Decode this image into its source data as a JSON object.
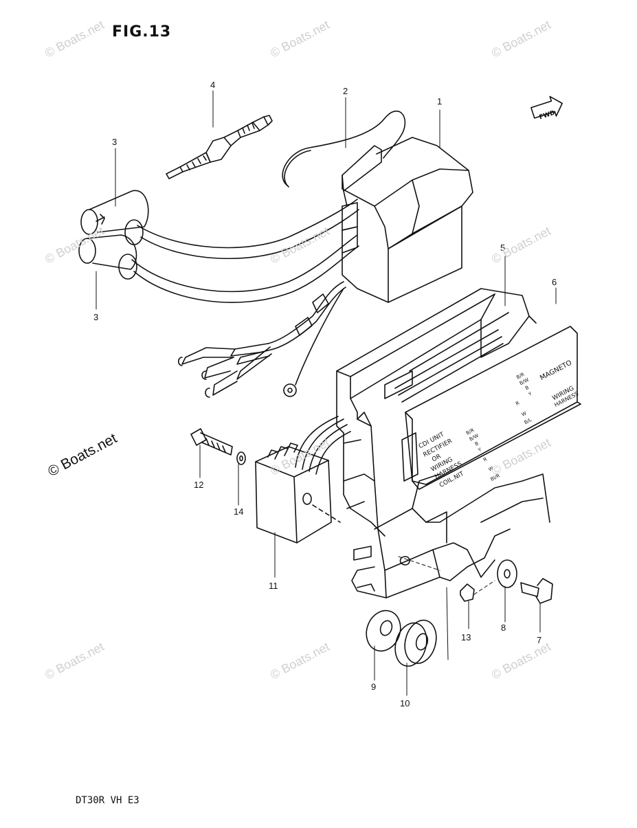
{
  "figure": {
    "title": "FIG.13",
    "model_code": "DT30R VH E3"
  },
  "watermark": {
    "text": "© Boats.net"
  },
  "arrow_label": "FWD",
  "callouts": [
    "1",
    "2",
    "3",
    "3",
    "4",
    "5",
    "6",
    "7",
    "8",
    "9",
    "10",
    "11",
    "12",
    "13",
    "14"
  ],
  "plate_main": {
    "left_lines": [
      "CDI UNIT",
      "RECTIFIER",
      "OR",
      "WIRING",
      "HARNESS",
      "COIL.NIT"
    ],
    "colors_left": [
      "B/R",
      "B/W",
      "B",
      "Y",
      "R",
      "W",
      "Bl/R"
    ],
    "colors_right": [
      "R",
      "W",
      "B/L"
    ]
  },
  "plate_top": {
    "title": "MAGNETO",
    "colors": [
      "B/R",
      "B/W",
      "B",
      "Y"
    ],
    "right_lines": [
      "WIRING",
      "HARNESS"
    ]
  }
}
